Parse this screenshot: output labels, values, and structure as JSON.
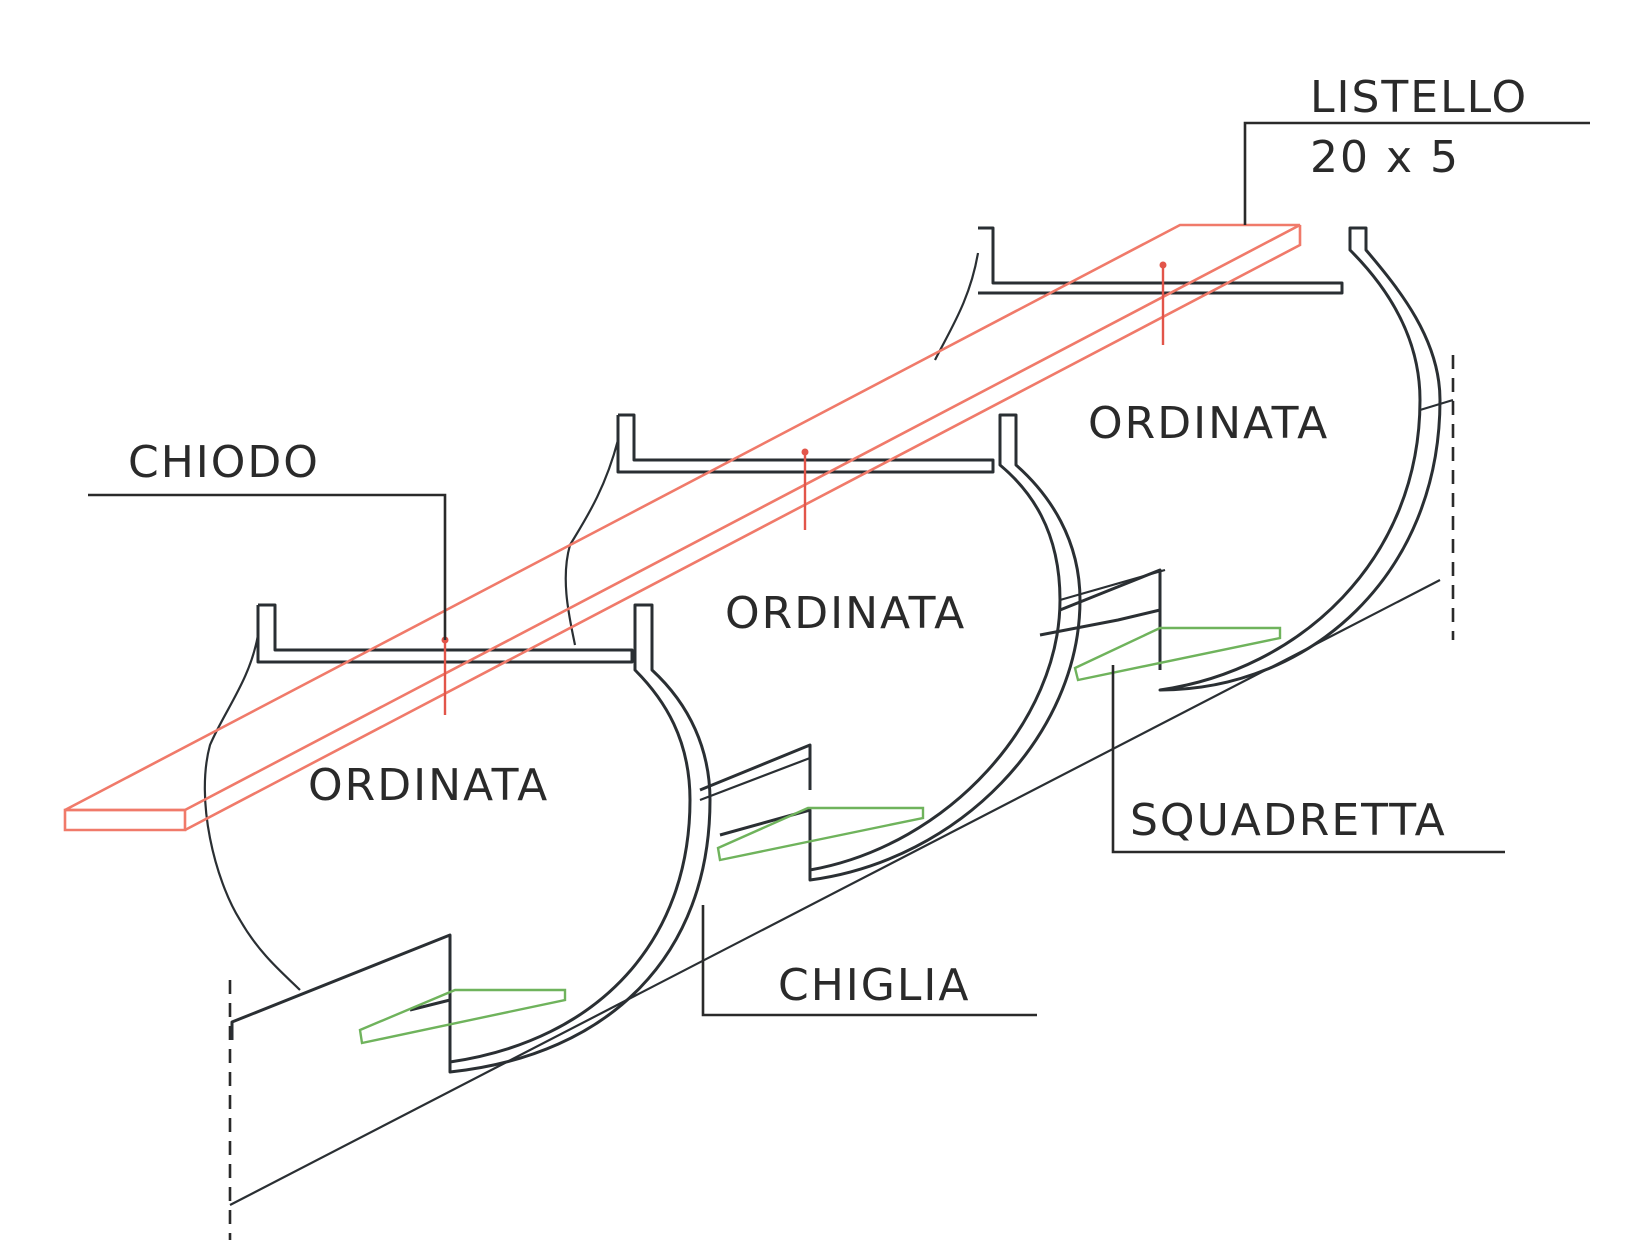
{
  "labels": {
    "listello_title": "LISTELLO",
    "listello_size": "20 x 5",
    "chiodo": "CHIODO",
    "ordinata": "ORDINATA",
    "squadretta": "SQUADRETTA",
    "chiglia": "CHIGLIA"
  },
  "colors": {
    "outline": "#2a2f33",
    "listello": "#f07a6a",
    "chiodo": "#e2554a",
    "squadretta": "#6fb35c"
  }
}
